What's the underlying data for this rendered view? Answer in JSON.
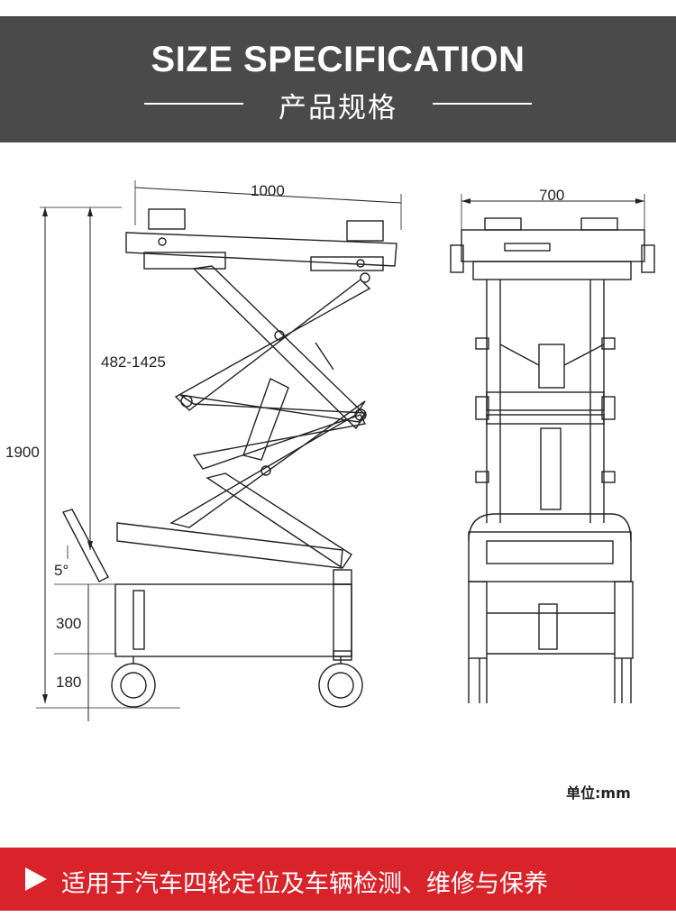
{
  "header": {
    "title": "SIZE SPECIFICATION",
    "subtitle": "产品规格"
  },
  "diagram": {
    "dimensions": {
      "platform_length": "1000",
      "width": "700",
      "total_height": "1900",
      "lift_range": "482-1425",
      "tilt_angle": "5°",
      "base_height": "300",
      "wheel_height": "180"
    }
  },
  "unit_label": "单位:mm",
  "footer": {
    "caption": "适用于汽车四轮定位及车辆检测、维修与保养"
  },
  "colors": {
    "header_bg": "#4a4a4a",
    "footer_bg": "#d9232a"
  }
}
